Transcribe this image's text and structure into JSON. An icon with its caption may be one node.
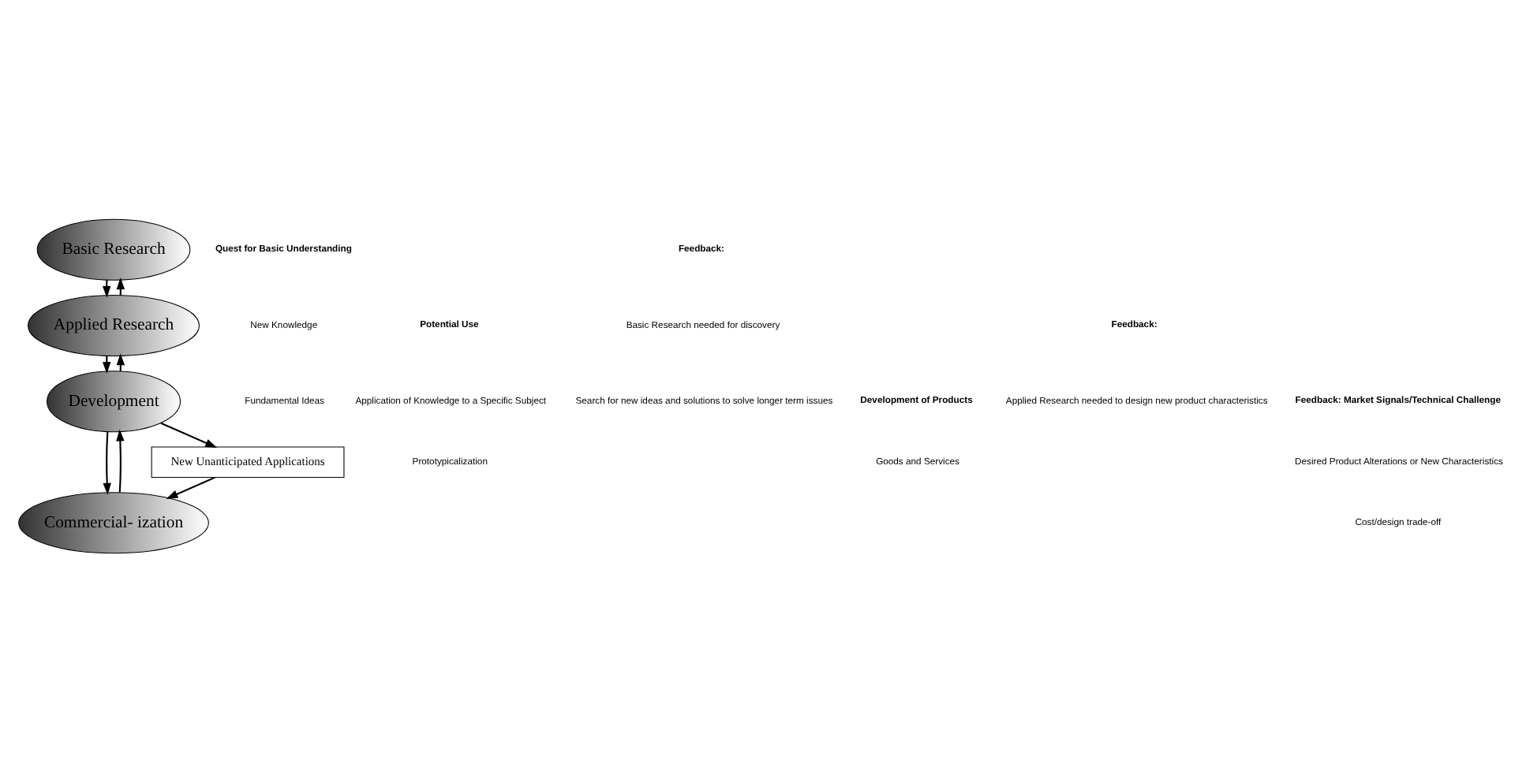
{
  "diagram": {
    "nodes": [
      {
        "text": [
          "Basic Research"
        ]
      },
      {
        "text": [
          "Applied Research"
        ]
      },
      {
        "text": [
          "Development"
        ]
      },
      {
        "text": [
          "Commercial- ization"
        ]
      },
      {
        "text": [
          "New Unanticipated Applications"
        ]
      }
    ],
    "edges": [
      {
        "from": 0,
        "to": 1,
        "arrow": "to"
      },
      {
        "from": 1,
        "to": 0,
        "arrow": "to"
      },
      {
        "from": 1,
        "to": 2,
        "arrow": "to"
      },
      {
        "from": 2,
        "to": 1,
        "arrow": "to"
      },
      {
        "from": 2,
        "to": 3,
        "arrow": "to"
      },
      {
        "from": 3,
        "to": 2,
        "arrow": "to"
      },
      {
        "from": 2,
        "to": 4,
        "arrow": "to"
      },
      {
        "from": 4,
        "to": 3,
        "arrow": "to"
      }
    ],
    "labels": [
      "Quest for Basic Understanding",
      "New Knowledge",
      "Fundamental Ideas",
      "Potential Use",
      "Application of Knowledge to a Specific Subject",
      "Prototypicalization",
      "Feedback:",
      "Basic Research needed for discovery",
      "Search for new ideas and solutions to solve longer term issues",
      "Development of Products",
      "Goods and Services",
      "Feedback:",
      "Applied Research needed to design new product characteristics",
      "Feedback: Market Signals/Technical Challenge",
      "Desired Product Alterations or New Characteristics",
      "Cost/design trade-off"
    ]
  }
}
